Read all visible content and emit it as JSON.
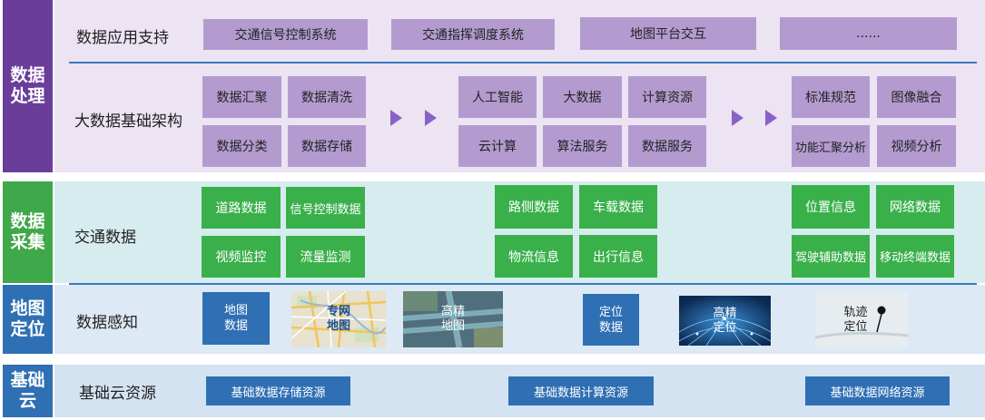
{
  "layers": {
    "processing": {
      "side_label": "数据\n处理",
      "app_support": {
        "label": "数据应用支持",
        "items": [
          "交通信号控制系统",
          "交通指挥调度系统",
          "地图平台交互",
          "......"
        ]
      },
      "bigdata": {
        "label": "大数据基础架构",
        "group1": [
          "数据汇聚",
          "数据清洗",
          "数据分类",
          "数据存储"
        ],
        "group2": [
          "人工智能",
          "大数据",
          "计算资源",
          "云计算",
          "算法服务",
          "数据服务"
        ],
        "group3": [
          "标准规范",
          "图像融合",
          "功能汇聚分析",
          "视频分析"
        ]
      }
    },
    "collection": {
      "side_label": "数据\n采集",
      "label": "交通数据",
      "group1": [
        "道路数据",
        "信号控制数据",
        "视频监控",
        "流量监测"
      ],
      "group2": [
        "路侧数据",
        "车载数据",
        "物流信息",
        "出行信息"
      ],
      "group3": [
        "位置信息",
        "网络数据",
        "驾驶辅助数据",
        "移动终端数据"
      ]
    },
    "positioning": {
      "side_label": "地图\n定位",
      "label": "数据感知",
      "items": [
        "地图\n数据",
        "专网\n地图",
        "高精\n地图",
        "定位\n数据",
        "高精\n定位",
        "轨迹\n定位"
      ]
    },
    "cloud": {
      "side_label": "基础\n云",
      "label": "基础云资源",
      "items": [
        "基础数据存储资源",
        "基础数据计算资源",
        "基础数据网络资源"
      ]
    }
  },
  "colors": {
    "processing_side": "#6b3d9a",
    "processing_bg": "#ece3f3",
    "collection_side": "#3ea84a",
    "collection_bg": "#d6ecee",
    "positioning_side": "#2f6fb3",
    "positioning_bg": "#dde9f4",
    "cloud_side": "#2f6fb3",
    "cloud_bg": "#d4e3f2",
    "purple_box": "#b39bd0",
    "green_box": "#3ab04b",
    "blue_box": "#2f6fb3"
  }
}
